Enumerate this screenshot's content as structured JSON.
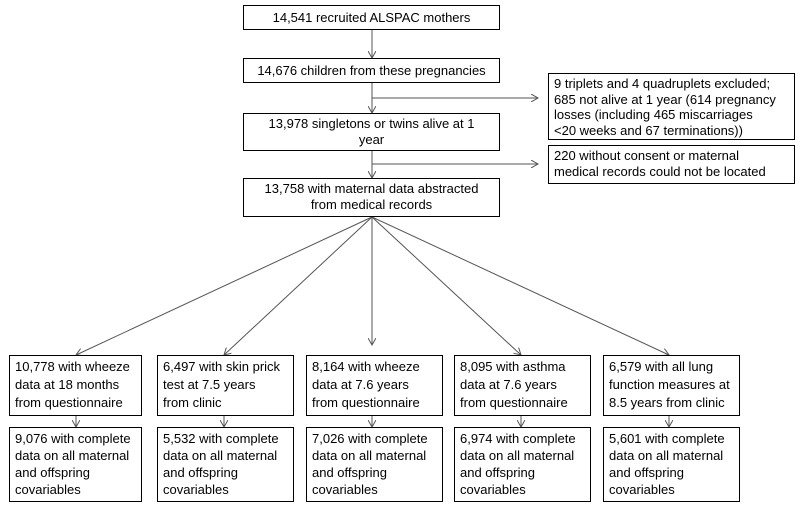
{
  "flow": {
    "recruited": "14,541 recruited ALSPAC mothers",
    "children": "14,676 children from these pregnancies",
    "excluded_1": "9 triplets and 4 quadruplets excluded;\n685 not alive at 1 year (614 pregnancy\nlosses (including 465 miscarriages\n<20 weeks and 67 terminations))",
    "singletons": "13,978 singletons or twins alive at 1\nyear",
    "excluded_2": "220 without consent or maternal\nmedical records could not be located",
    "maternal": "13,758 with maternal data abstracted\nfrom medical records",
    "outcomes": [
      "10,778 with wheeze\ndata at 18 months\nfrom questionnaire",
      "6,497 with skin prick\ntest at 7.5 years\nfrom clinic",
      "8,164 with wheeze\ndata at 7.6 years\nfrom questionnaire",
      "8,095 with asthma\ndata at 7.6 years\nfrom questionnaire",
      "6,579 with all lung\nfunction measures at\n8.5 years from clinic"
    ],
    "complete": [
      "9,076 with complete\ndata on all maternal\nand offspring\ncovariables",
      "5,532 with complete\ndata on all maternal\nand offspring\ncovariables",
      "7,026 with complete\ndata on all maternal\nand offspring\ncovariables",
      "6,974 with complete\ndata on all maternal\nand offspring\ncovariables",
      "5,601 with complete\ndata on all maternal\nand offspring\ncovariables"
    ]
  }
}
